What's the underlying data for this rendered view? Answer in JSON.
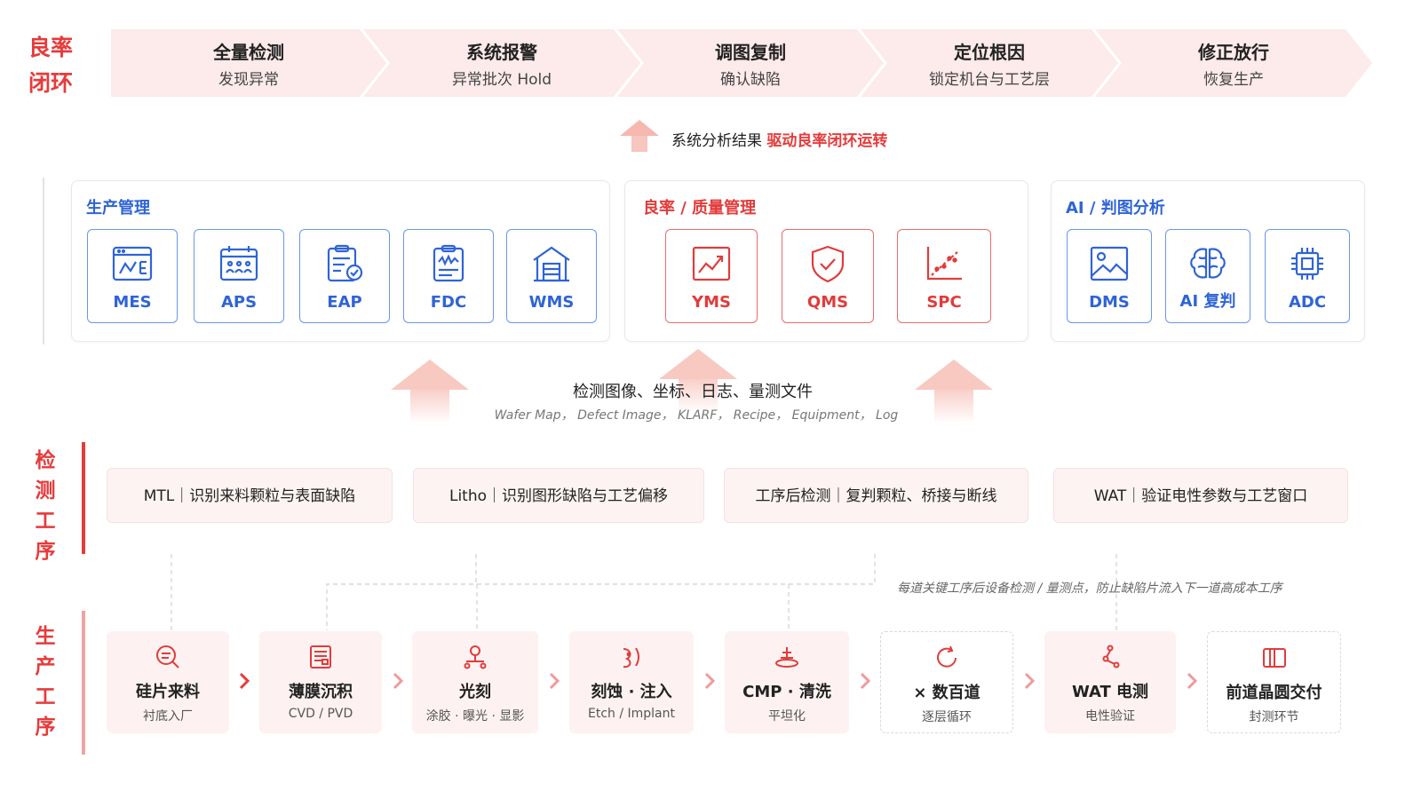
{
  "colors": {
    "accent": "#e63b3b",
    "blue": "#2f64d6",
    "pale_red": "#fdeaea"
  },
  "labels": {
    "yield_loop": "良率闭环",
    "inspection_stage": "检测工序",
    "production_stage": "生产工序"
  },
  "loop_steps": [
    {
      "title": "全量检测",
      "sub": "发现异常"
    },
    {
      "title": "系统报警",
      "sub": "异常批次 Hold"
    },
    {
      "title": "调图复制",
      "sub": "确认缺陷"
    },
    {
      "title": "定位根因",
      "sub": "锁定机台与工艺层"
    },
    {
      "title": "修正放行",
      "sub": "恢复生产"
    }
  ],
  "caption_top": {
    "text": "系统分析结果",
    "highlight": "驱动良率闭环运转"
  },
  "panels": {
    "production": {
      "title": "生产管理",
      "items": [
        {
          "label": "MES",
          "icon": "browser-chart-icon"
        },
        {
          "label": "APS",
          "icon": "calendar-people-icon"
        },
        {
          "label": "EAP",
          "icon": "clipboard-check-icon"
        },
        {
          "label": "FDC",
          "icon": "clipboard-wave-icon"
        },
        {
          "label": "WMS",
          "icon": "warehouse-icon"
        }
      ]
    },
    "quality": {
      "title": "良率 / 质量管理",
      "items": [
        {
          "label": "YMS",
          "icon": "trend-chart-icon"
        },
        {
          "label": "QMS",
          "icon": "shield-check-icon"
        },
        {
          "label": "SPC",
          "icon": "scatter-plot-icon"
        }
      ]
    },
    "ai": {
      "title": "AI / 判图分析",
      "items": [
        {
          "label": "DMS",
          "icon": "image-icon"
        },
        {
          "label": "AI 复判",
          "icon": "brain-icon"
        },
        {
          "label": "ADC",
          "icon": "chip-icon"
        }
      ]
    }
  },
  "caption_mid": {
    "text": "检测图像、坐标、日志、量测文件",
    "sub": "Wafer Map， Defect Image， KLARF， Recipe， Equipment， Log"
  },
  "inspection_items": [
    "MTL｜识别来料颗粒与表面缺陷",
    "Litho｜识别图形缺陷与工艺偏移",
    "工序后检测｜复判颗粒、桥接与断线",
    "WAT｜验证电性参数与工艺窗口"
  ],
  "note": "每道关键工序后设备检测 / 量测点，防止缺陷片流入下一道高成本工序",
  "process_steps": [
    {
      "title": "硅片来料",
      "sub": "衬底入厂",
      "icon": "search-list-icon"
    },
    {
      "title": "薄膜沉积",
      "sub": "CVD / PVD",
      "icon": "document-stack-icon"
    },
    {
      "title": "光刻",
      "sub": "涂胶 · 曝光 · 显影",
      "icon": "lithography-icon"
    },
    {
      "title": "刻蚀 · 注入",
      "sub": "Etch / Implant",
      "icon": "etch-icon"
    },
    {
      "title": "CMP · 清洗",
      "sub": "平坦化",
      "icon": "polish-icon"
    },
    {
      "title": "× 数百道",
      "sub": "逐层循环",
      "icon": "cycle-icon"
    },
    {
      "title": "WAT 电测",
      "sub": "电性验证",
      "icon": "probe-icon"
    },
    {
      "title": "前道晶圆交付",
      "sub": "封测环节",
      "icon": "package-icon"
    }
  ]
}
